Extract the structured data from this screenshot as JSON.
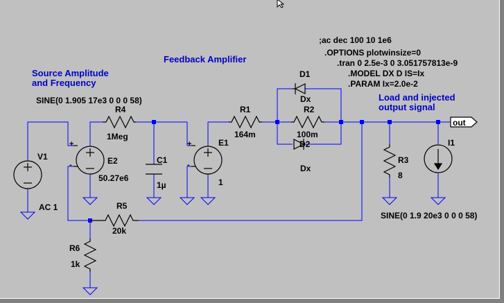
{
  "comments": {
    "source": "Source Amplitude\nand Frequency",
    "feedback": "Feedback Amplifier",
    "load": "Load and injected\noutput signal"
  },
  "directives": {
    "ac": ";ac dec 100 10 1e6",
    "options": ".OPTIONS plotwinsize=0",
    "tran": ".tran 0 2.5e-3 0 3.051757813e-9",
    "model": ".MODEL DX D IS=Ix",
    "param": ".PARAM Ix=2.0e-2"
  },
  "components": {
    "v1": {
      "name": "V1",
      "value": "AC 1",
      "spec": "SINE(0 1.905 17e3 0 0 0 58)"
    },
    "r4": {
      "name": "R4",
      "value": "1Meg"
    },
    "e2": {
      "name": "E2",
      "value": "50.27e6"
    },
    "c1": {
      "name": "C1",
      "value": "1µ"
    },
    "e1": {
      "name": "E1",
      "value": "1"
    },
    "r1": {
      "name": "R1",
      "value": "164m"
    },
    "r2": {
      "name": "R2",
      "value": "100m"
    },
    "d1": {
      "name": "D1",
      "value": "Dx"
    },
    "d2": {
      "name": "D2",
      "value": "Dx"
    },
    "r3": {
      "name": "R3",
      "value": "8"
    },
    "i1": {
      "name": "I1",
      "value": "SINE(0 1.9 20e3 0 0 0 58)"
    },
    "r5": {
      "name": "R5",
      "value": "20k"
    },
    "r6": {
      "name": "R6",
      "value": "1k"
    }
  },
  "pins": {
    "plus": "+",
    "minus": "-"
  },
  "net_label": "out",
  "colors": {
    "background": "#c0c0c0",
    "wire": "#0000ff",
    "junction": "#0000ff",
    "component": "#000000",
    "ground": "#0000ff",
    "comment": "#0000c8"
  },
  "icons": {
    "cursor": "cursor-arrow-icon"
  }
}
